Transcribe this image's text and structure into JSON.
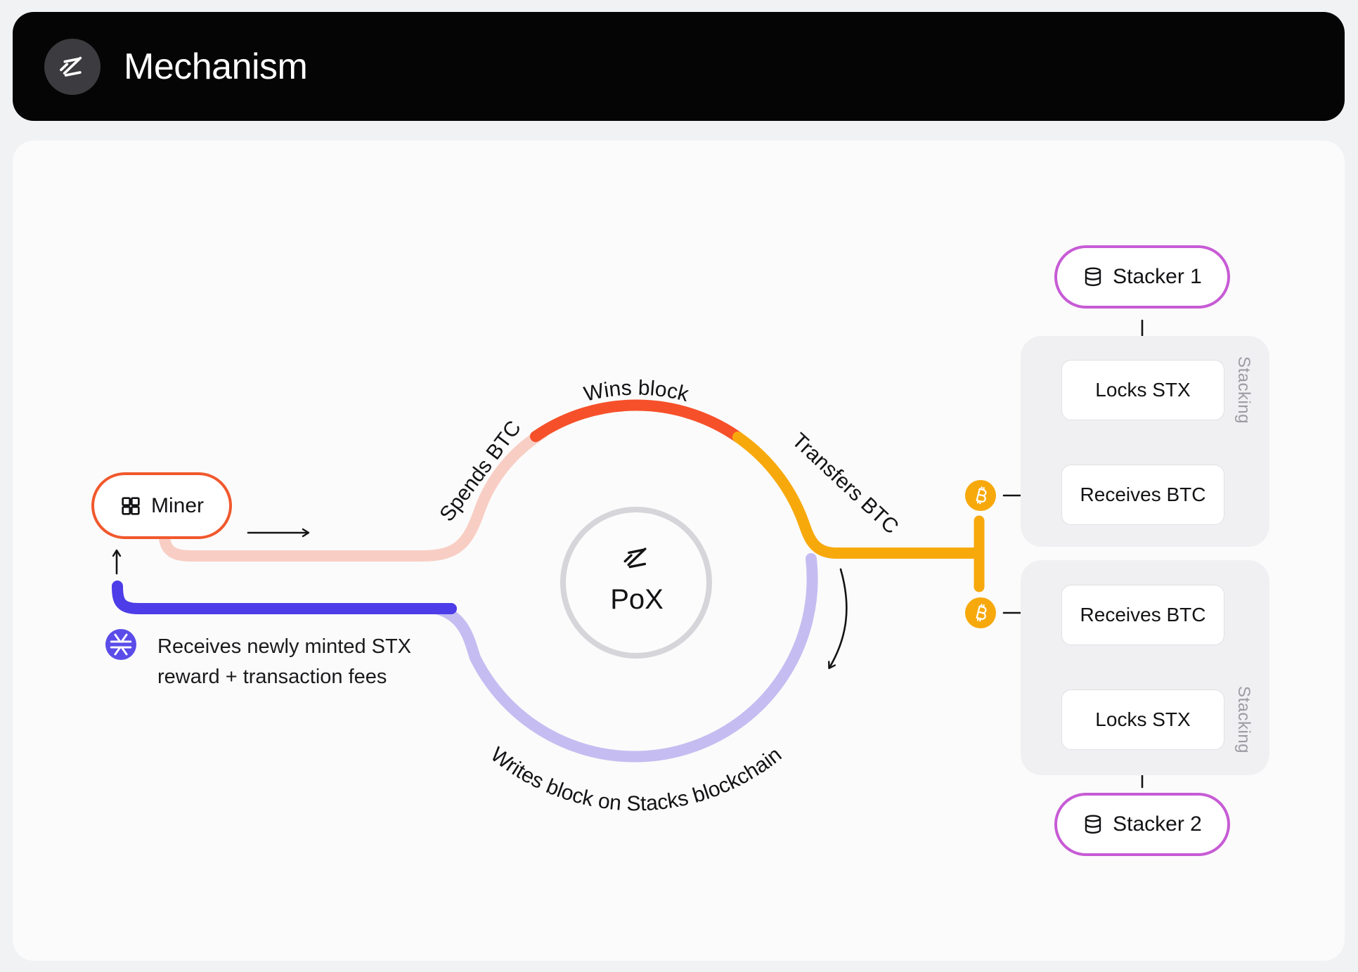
{
  "header": {
    "title": "Mechanism"
  },
  "palette": {
    "header_bg": "#050505",
    "card_bg": "#FBFBFB",
    "page_bg": "#F1F2F4",
    "flow_pink": "#F8CEC4",
    "flow_red": "#F6502A",
    "flow_amber": "#F7A90C",
    "flow_lavender": "#C5BDF1",
    "flow_blue": "#4C3DE8",
    "stx_purple": "#5B4CE9",
    "btc_amber": "#F7A90C",
    "miner_border": "#F1582D",
    "stacker_border": "#C75BD5",
    "arrow_black": "#141414",
    "inner_ring_gray": "#D5D5DA",
    "muted_gray": "#9B9BA3"
  },
  "diagram": {
    "miner": {
      "label": "Miner"
    },
    "pox": {
      "label": "PoX"
    },
    "flow_labels": {
      "spends_btc": "Spends BTC",
      "wins_block": "Wins block",
      "transfers_btc": "Transfers BTC",
      "writes_block": "Writes block on Stacks blockchain"
    },
    "reward_note": {
      "lines": [
        "Receives newly minted STX",
        "reward + transaction fees"
      ]
    },
    "groups": [
      {
        "stacker_label": "Stacker 1",
        "boxes": [
          "Locks STX",
          "Receives BTC"
        ],
        "side_label": "Stacking"
      },
      {
        "stacker_label": "Stacker 2",
        "boxes": [
          "Receives BTC",
          "Locks STX"
        ],
        "side_label": "Stacking"
      }
    ]
  }
}
